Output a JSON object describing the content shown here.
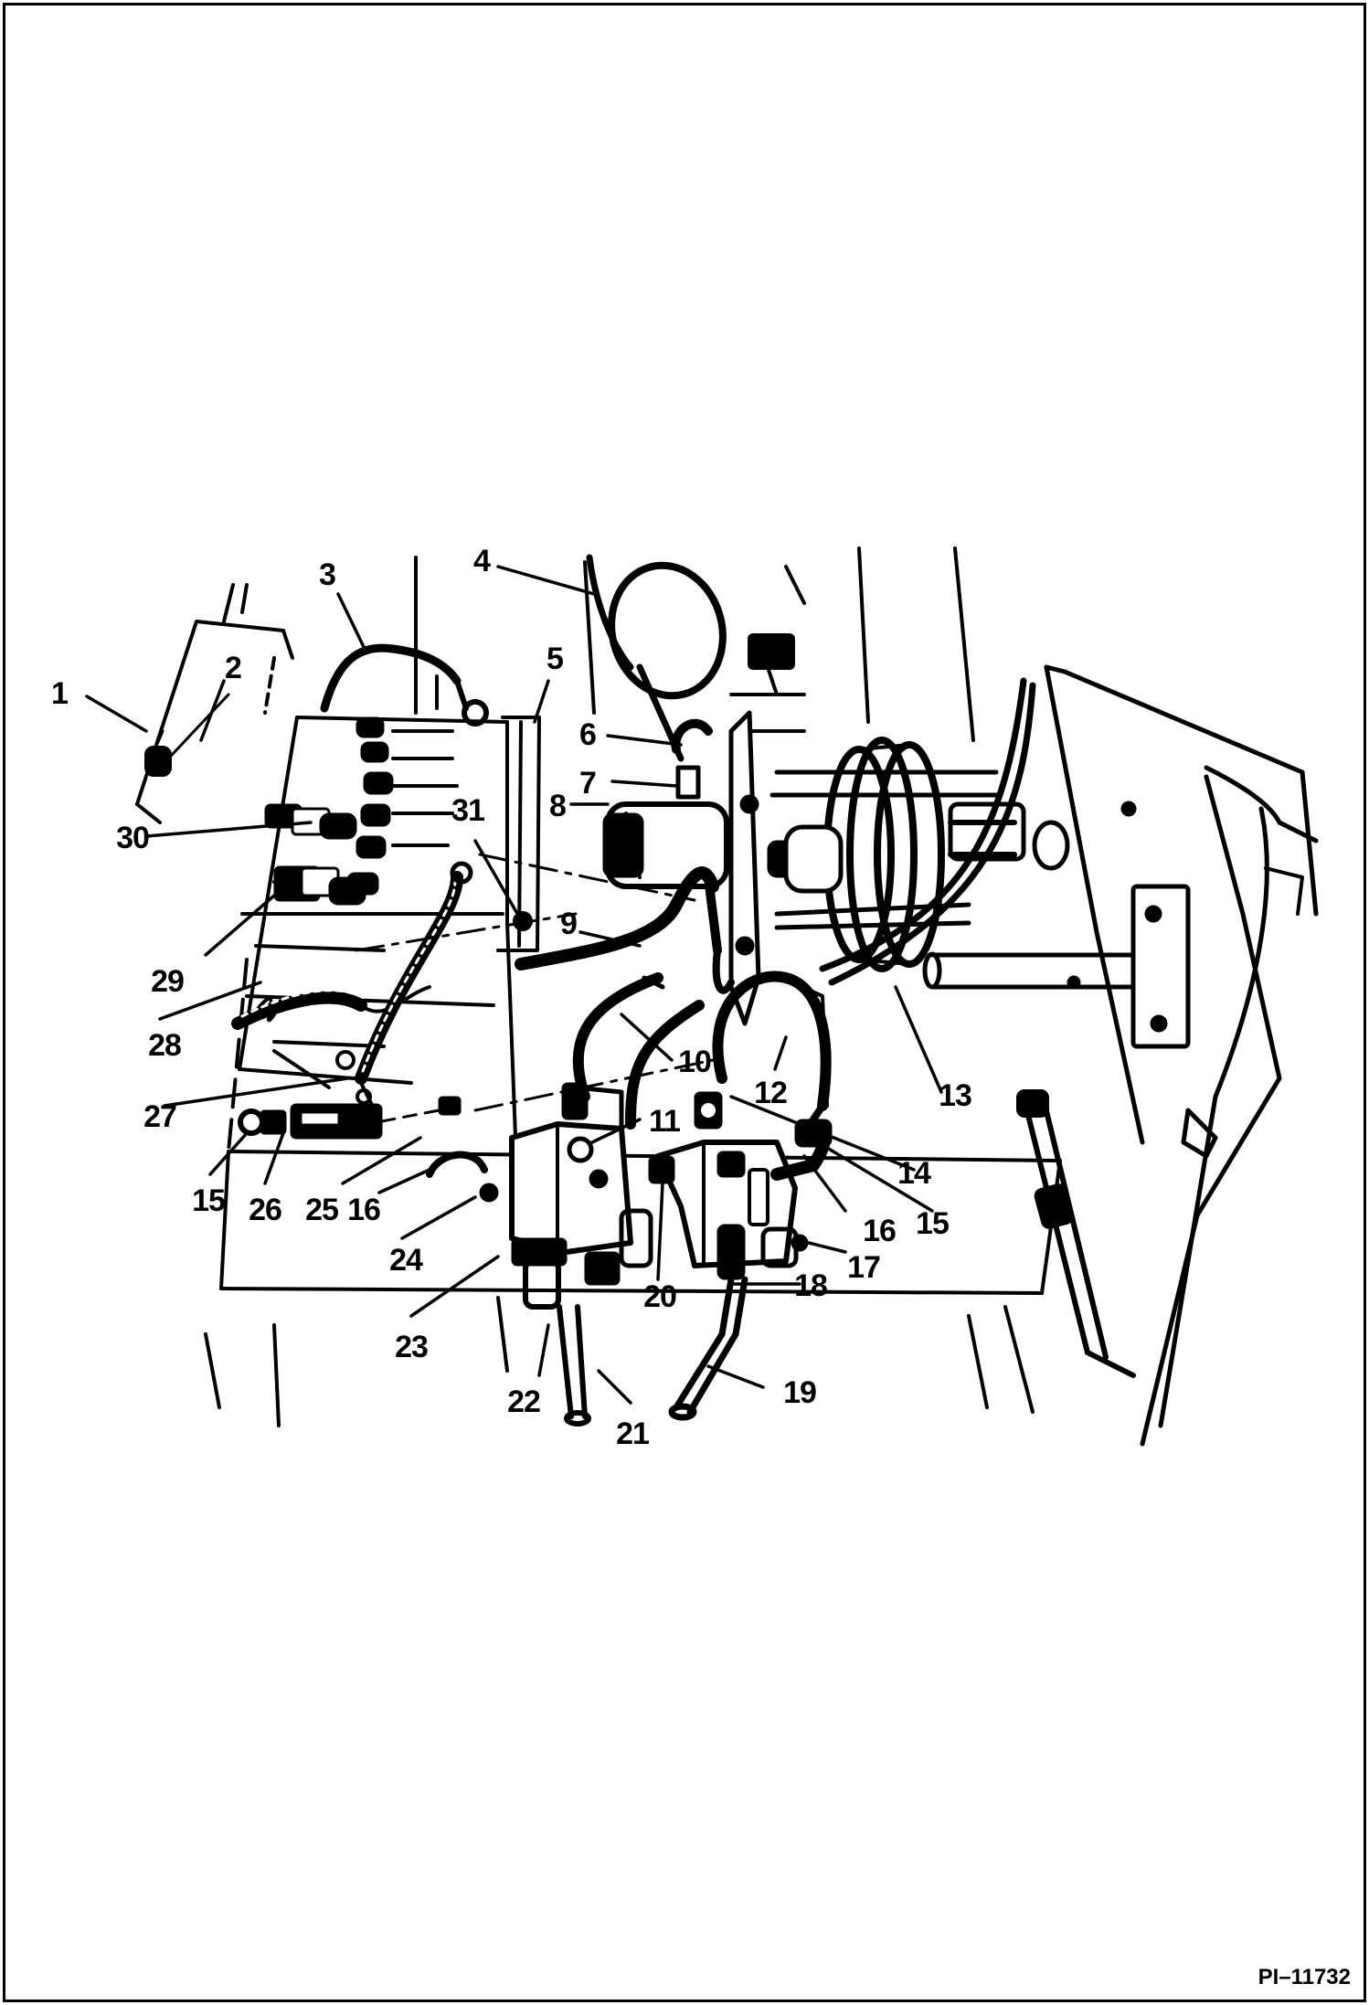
{
  "callouts": [
    {
      "id": "1",
      "label": "1"
    },
    {
      "id": "2",
      "label": "2"
    },
    {
      "id": "3",
      "label": "3"
    },
    {
      "id": "4",
      "label": "4"
    },
    {
      "id": "5",
      "label": "5"
    },
    {
      "id": "6",
      "label": "6"
    },
    {
      "id": "7",
      "label": "7"
    },
    {
      "id": "8",
      "label": "8"
    },
    {
      "id": "9",
      "label": "9"
    },
    {
      "id": "10",
      "label": "10"
    },
    {
      "id": "11",
      "label": "11"
    },
    {
      "id": "12",
      "label": "12"
    },
    {
      "id": "13",
      "label": "13"
    },
    {
      "id": "14",
      "label": "14"
    },
    {
      "id": "15a",
      "label": "15"
    },
    {
      "id": "15b",
      "label": "15"
    },
    {
      "id": "16a",
      "label": "16"
    },
    {
      "id": "16b",
      "label": "16"
    },
    {
      "id": "17",
      "label": "17"
    },
    {
      "id": "18",
      "label": "18"
    },
    {
      "id": "19",
      "label": "19"
    },
    {
      "id": "20",
      "label": "20"
    },
    {
      "id": "21",
      "label": "21"
    },
    {
      "id": "22",
      "label": "22"
    },
    {
      "id": "23",
      "label": "23"
    },
    {
      "id": "24",
      "label": "24"
    },
    {
      "id": "25",
      "label": "25"
    },
    {
      "id": "26",
      "label": "26"
    },
    {
      "id": "27",
      "label": "27"
    },
    {
      "id": "28",
      "label": "28"
    },
    {
      "id": "29",
      "label": "29"
    },
    {
      "id": "30",
      "label": "30"
    },
    {
      "id": "31",
      "label": "31"
    }
  ],
  "reference": "PI–11732"
}
